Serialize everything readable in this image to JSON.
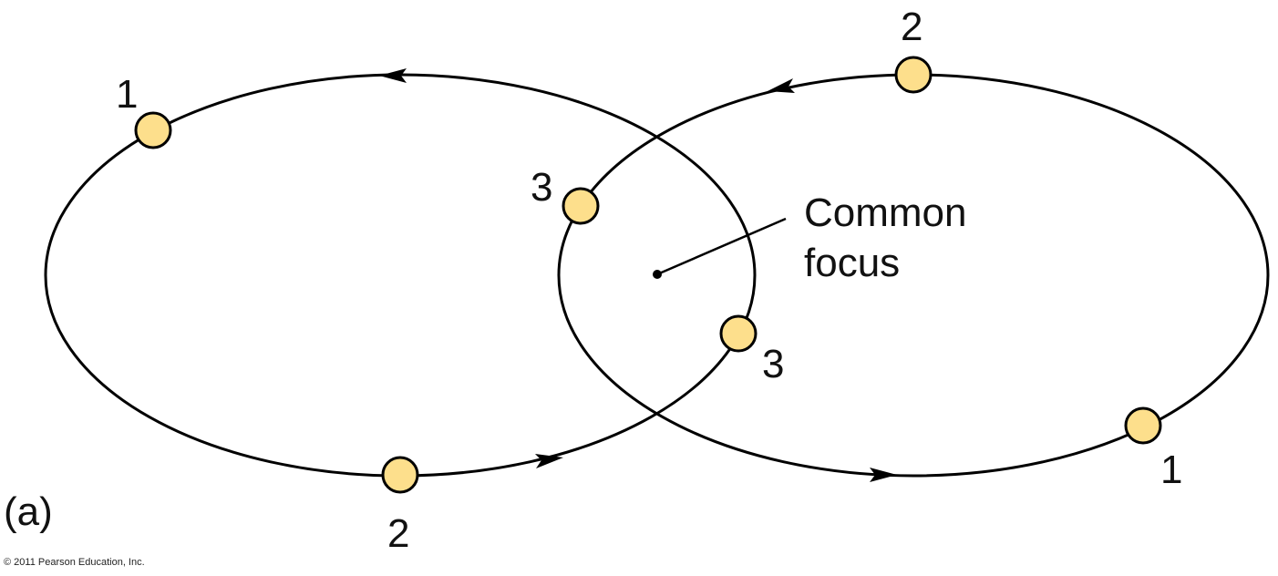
{
  "colors": {
    "line": "#000000",
    "body_fill": "#fddf8c"
  },
  "panel_label": "(a)",
  "focus_label": {
    "line1": "Common",
    "line2": "focus"
  },
  "copyright": "© 2011 Pearson Education, Inc.",
  "left_orbit": {
    "positions": [
      "1",
      "2",
      "3"
    ]
  },
  "right_orbit": {
    "positions": [
      "2",
      "3",
      "1"
    ]
  }
}
